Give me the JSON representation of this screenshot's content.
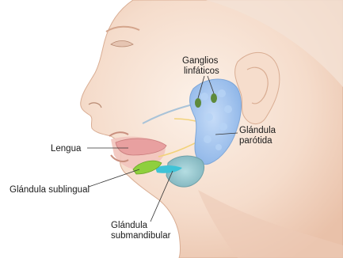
{
  "labels": {
    "lymph_nodes": [
      "Ganglios",
      "linfáticos"
    ],
    "parotid": [
      "Glándula",
      "parótida"
    ],
    "tongue": "Lengua",
    "sublingual": "Glándula sublingual",
    "submandibular": [
      "Glándula",
      "submandibular"
    ]
  },
  "colors": {
    "skin_light": "#fbeee4",
    "skin_mid": "#f1d3c0",
    "skin_shadow": "#e2b49c",
    "outline": "#d4a58c",
    "parotid_gland": "#9ec3ef",
    "parotid_lobule": "#b7d4f6",
    "lymph_node": "#5e8a3c",
    "sublingual_gland": "#8fcf3d",
    "submandibular_gland": "#8fc6cf",
    "submandibular_duct": "#3fc3d7",
    "tongue": "#e8a0a0",
    "nerve": "#f2d27a",
    "vessel": "#a9c3d8",
    "leader_line": "#333333"
  }
}
